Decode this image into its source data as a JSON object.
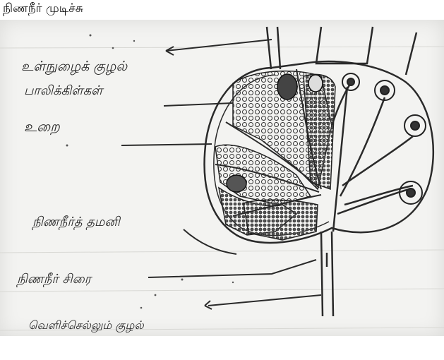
{
  "title": "நிணநீர் முடிச்சு",
  "labels": {
    "afferent_vessel": "உள்நுழைக் குழல்",
    "lymphoid_tissue": "பாலிக்கிள்கள்",
    "capsule": "உறை",
    "lymph_sinus": "நிணநீர்த் தமனி",
    "medulla": "நிணநீர் சிரை",
    "efferent_vessel": "வெளிச்செல்லும் குழல்"
  },
  "colors": {
    "ink": "#2a2a2a",
    "paper": "#f3f3f1"
  }
}
